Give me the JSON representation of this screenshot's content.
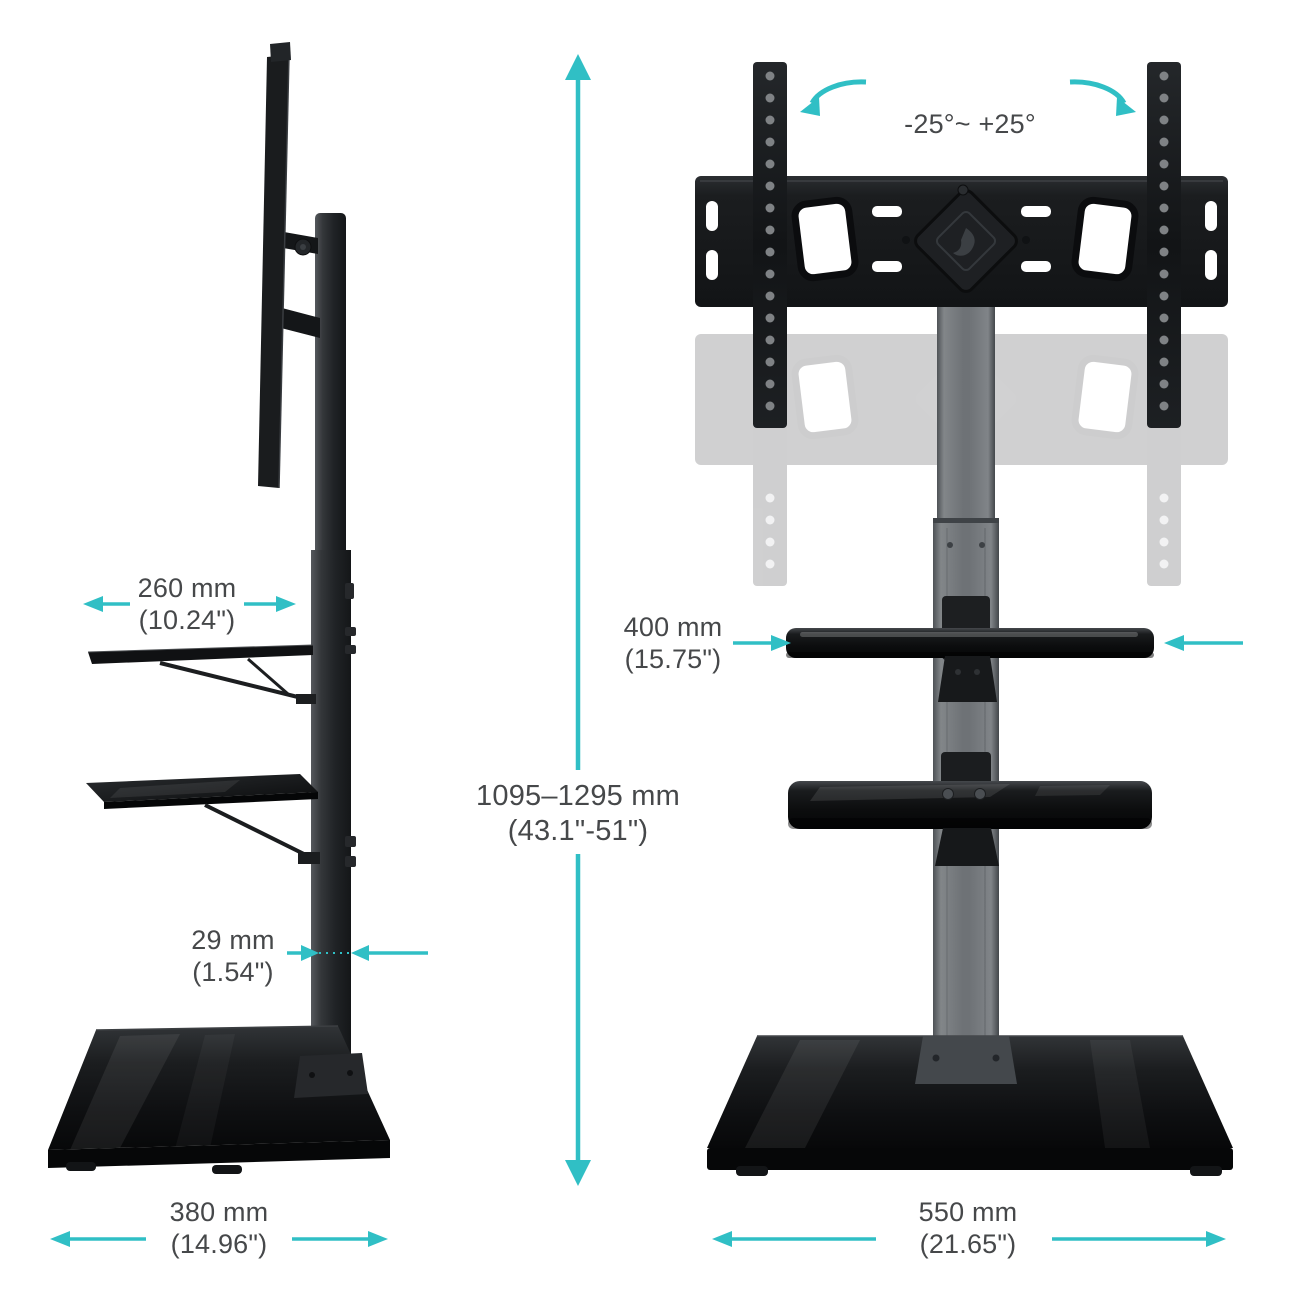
{
  "meta": {
    "title": "Floor TV stand with mount — dimension diagram",
    "views": [
      "side view",
      "front view"
    ]
  },
  "colors": {
    "accent": "#30bfc5",
    "text": "#46484a",
    "background": "#ffffff",
    "stand_dark": "#17191b",
    "column_gray": "#6e7276"
  },
  "dimensions": {
    "swivel_range": "-25°~ +25°",
    "height": {
      "metric": "1095–1295 mm",
      "imperial": "(43.1\"-51\")"
    },
    "side_shelf_depth": {
      "metric": "260 mm",
      "imperial": "(10.24\")"
    },
    "pole_depth": {
      "metric": "29 mm",
      "imperial": "(1.54\")"
    },
    "side_base_depth": {
      "metric": "380 mm",
      "imperial": "(14.96\")"
    },
    "front_shelf_width": {
      "metric": "400 mm",
      "imperial": "(15.75\")"
    },
    "front_base_width": {
      "metric": "550 mm",
      "imperial": "(21.65\")"
    }
  },
  "icons": {
    "swivel_left": "curved-rotation-arrow-left",
    "swivel_right": "curved-rotation-arrow-right",
    "height_arrow": "vertical-double-arrow",
    "width_arrows": "horizontal-double-arrow"
  }
}
